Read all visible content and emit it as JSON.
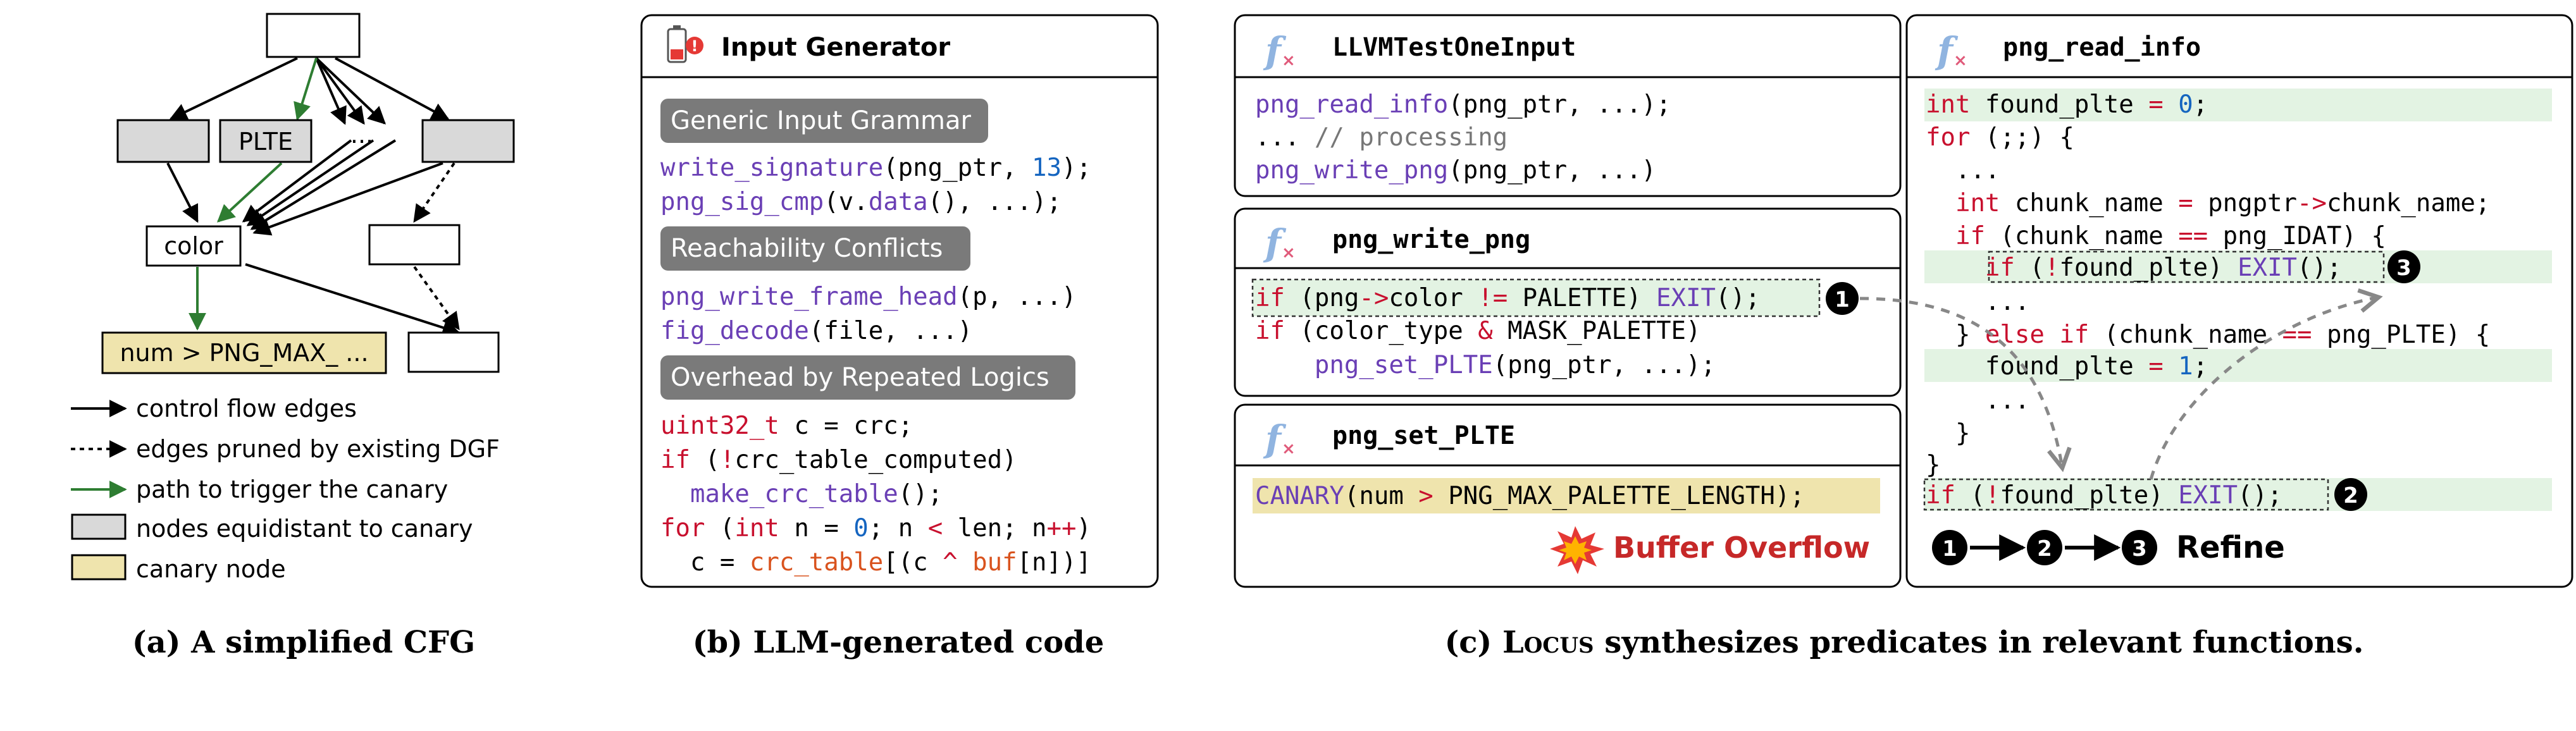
{
  "panel_a": {
    "caption": "(a) A simplified CFG",
    "nodes": {
      "plte": "PLTE",
      "dots": "···",
      "color": "color",
      "canary": "num > PNG_MAX_ ..."
    },
    "legend": {
      "control_flow": "control flow edges",
      "pruned": "edges pruned by existing DGF",
      "path": "path to trigger the canary",
      "equidistant": "nodes equidistant to canary",
      "canary": "canary node"
    }
  },
  "panel_b": {
    "caption": "(b) LLM-generated code",
    "title": "Input Generator",
    "section1": "Generic Input Grammar",
    "section2": "Reachability Conflicts",
    "section3": "Overhead by Repeated Logics"
  },
  "panel_c": {
    "caption_prefix": "(c) ",
    "caption_name": "Locus",
    "caption_suffix": " synthesizes predicates in relevant functions.",
    "f1_title": "LLVMTestOneInput",
    "f2_title": "png_write_png",
    "f3_title": "png_set_PLTE",
    "f4_title": "png_read_info",
    "buffer_overflow": "Buffer Overflow",
    "refine": "Refine",
    "markers": [
      "1",
      "2",
      "3"
    ]
  },
  "colors": {
    "gray_node": "#d9d9d9",
    "canary_fill": "#efe4ad",
    "green_path": "#2e7d32",
    "green_hl": "#e3f3e3",
    "label_bg": "#7a7a7a",
    "func_purple": "#6a3fb5",
    "keyword_red": "#c8102e",
    "number_blue": "#1565c0",
    "comment_gray": "#777777",
    "orange": "#d9531e",
    "overflow_red": "#c62828"
  }
}
